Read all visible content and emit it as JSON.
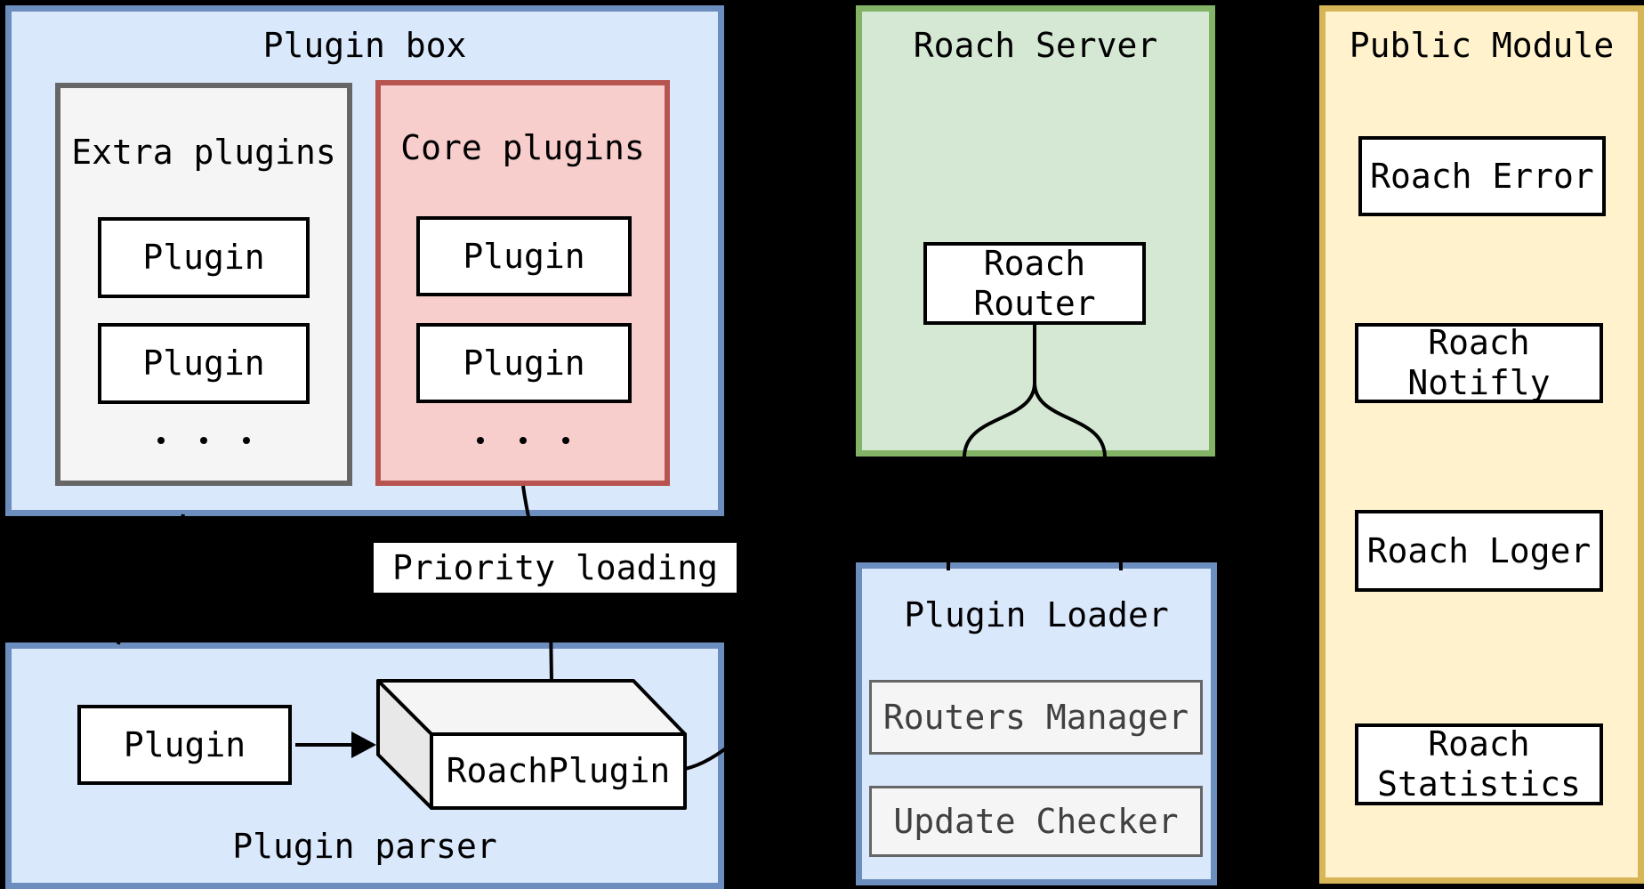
{
  "palette": {
    "background": "#000000",
    "blue_fill": "#dae8fc",
    "blue_stroke": "#6c8ebf",
    "red_fill": "#f8cecc",
    "red_stroke": "#b85450",
    "green_fill": "#d5e8d4",
    "green_stroke": "#82b366",
    "yellow_fill": "#fff2cc",
    "yellow_stroke": "#d6b656",
    "gray_fill": "#f5f5f5",
    "gray_stroke": "#666666",
    "node_fill": "#ffffff",
    "node_stroke": "#000000",
    "edge_color": "#000000"
  },
  "plugin_box": {
    "title": "Plugin box",
    "extra_plugins": {
      "title": "Extra plugins",
      "plugins": [
        "Plugin",
        "Plugin"
      ]
    },
    "core_plugins": {
      "title": "Core plugins",
      "plugins": [
        "Plugin",
        "Plugin"
      ]
    }
  },
  "roach_server": {
    "title": "Roach Server",
    "router": {
      "line1": "Roach",
      "line2": "Router"
    }
  },
  "public_module": {
    "title": "Public Module",
    "error": "Roach Error",
    "notifly": {
      "line1": "Roach",
      "line2": "Notifly"
    },
    "loger": "Roach Loger",
    "statistics": {
      "line1": "Roach",
      "line2": "Statistics"
    }
  },
  "plugin_loader": {
    "title": "Plugin Loader",
    "routers_manager": "Routers Manager",
    "update_checker": "Update Checker"
  },
  "plugin_parser": {
    "title": "Plugin parser",
    "plugin": "Plugin",
    "roach_plugin": "RoachPlugin"
  },
  "edge_labels": {
    "priority_loading": "Priority loading"
  }
}
